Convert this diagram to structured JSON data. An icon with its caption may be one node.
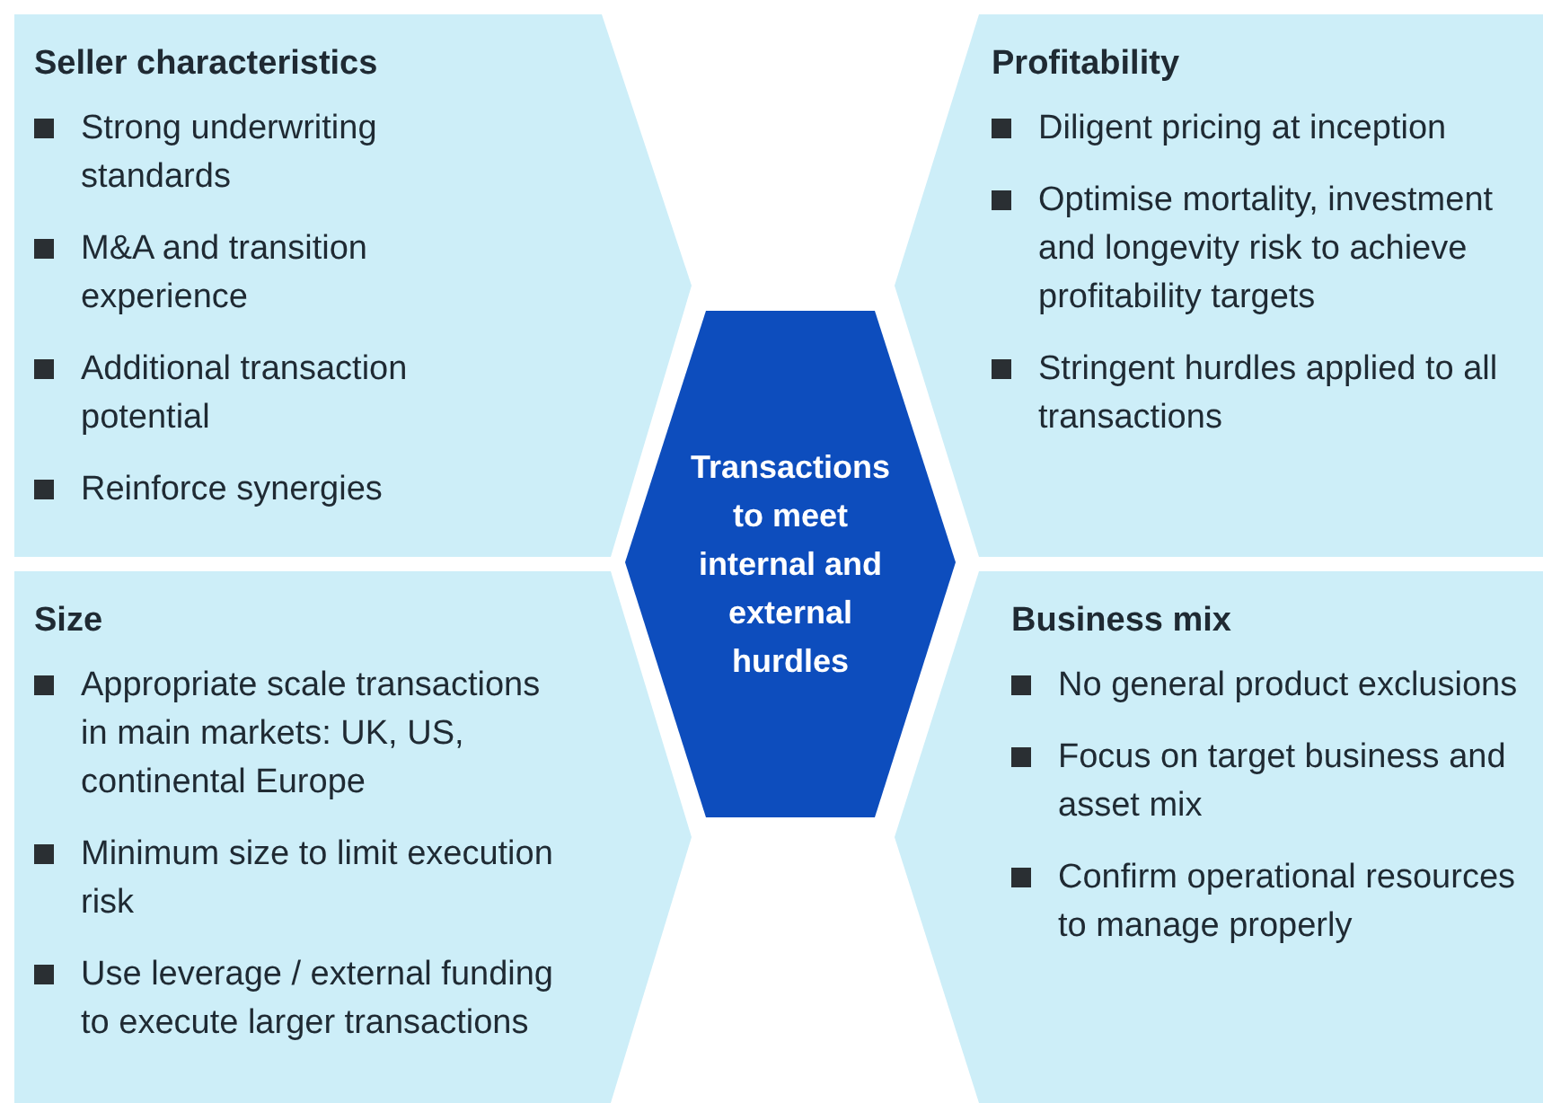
{
  "diagram": {
    "nodes": [
      {
        "text": [
          "Seller characteristics",
          "Strong underwriting standards",
          "M&A and transition experience",
          "Additional transaction potential",
          "Reinforce synergies"
        ]
      },
      {
        "text": [
          "Profitability",
          "Diligent pricing at inception",
          "Optimise mortality, investment and longevity risk to achieve profitability targets",
          "Stringent hurdles applied to all transactions"
        ]
      },
      {
        "text": [
          "Transactions to meet internal and external hurdles"
        ]
      },
      {
        "text": [
          "Size",
          "Appropriate scale transactions in main markets: UK, US, continental Europe",
          "Minimum size to limit execution risk",
          "Use leverage / external funding to execute larger transactions"
        ]
      },
      {
        "text": [
          "Business mix",
          "No general product exclusions",
          "Focus on target business and asset mix",
          "Confirm operational resources to manage properly"
        ]
      }
    ]
  }
}
